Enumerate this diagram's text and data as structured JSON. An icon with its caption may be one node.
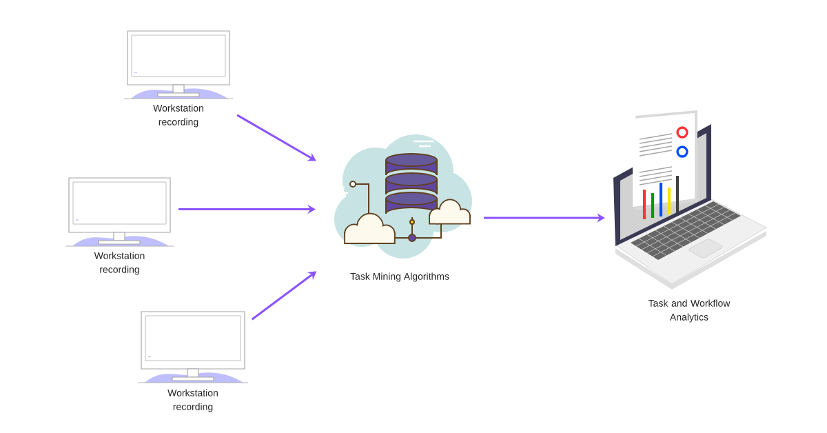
{
  "diagram": {
    "nodes": [
      {
        "text": [
          "Workstation recording"
        ]
      },
      {
        "text": [
          "Workstation recording"
        ]
      },
      {
        "text": [
          "Workstation recording"
        ]
      },
      {
        "text": [
          "Task Mining Algorithms"
        ]
      },
      {
        "text": [
          "Task and Workflow Analytics"
        ]
      }
    ],
    "edges": [
      {
        "from": 0,
        "to": 3,
        "arrow": "to"
      },
      {
        "from": 1,
        "to": 3,
        "arrow": "to"
      },
      {
        "from": 2,
        "to": 3,
        "arrow": "to"
      },
      {
        "from": 3,
        "to": 4,
        "arrow": "to"
      }
    ]
  }
}
